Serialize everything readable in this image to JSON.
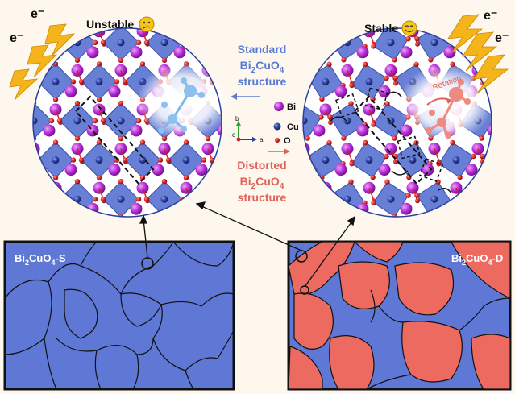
{
  "left_circle": {
    "state_label": "Unstable",
    "state_emoji": "😕"
  },
  "right_circle": {
    "state_label": "Stable",
    "state_emoji": "😊",
    "rotation_label": "Rotation"
  },
  "electron_label": "e⁻",
  "standard_caption": {
    "line1": "Standard",
    "formula_prefix": "Bi",
    "formula_sub1": "2",
    "formula_mid": "CuO",
    "formula_sub2": "4",
    "line3": "structure"
  },
  "distorted_caption": {
    "line1": "Distorted",
    "formula_prefix": "Bi",
    "formula_sub1": "2",
    "formula_mid": "CuO",
    "formula_sub2": "4",
    "line3": "structure"
  },
  "legend": [
    {
      "symbol": "Bi",
      "color": "#b92bd8"
    },
    {
      "symbol": "Cu",
      "color": "#2a3f9e"
    },
    {
      "symbol": "O",
      "color": "#d61f1f"
    }
  ],
  "axes": {
    "b": "b",
    "c": "c",
    "a": "a"
  },
  "panel_s": {
    "label_prefix": "Bi",
    "sub1": "2",
    "mid": "CuO",
    "sub2": "4",
    "suffix": "-S"
  },
  "panel_d": {
    "label_prefix": "Bi",
    "sub1": "2",
    "mid": "CuO",
    "sub2": "4",
    "suffix": "-D"
  },
  "colors": {
    "blue_grain": "#5f78d6",
    "red_grain": "#ec6a5f",
    "standard_text": "#5a7bd1",
    "distorted_text": "#e0625a",
    "background": "#fdf7ee"
  }
}
